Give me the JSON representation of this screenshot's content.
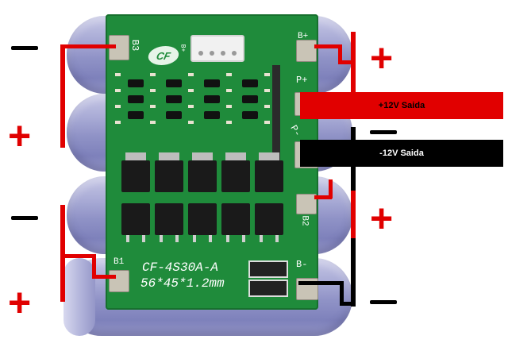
{
  "board": {
    "model_label": "CF-4S30A-A",
    "size_label": "56*45*1.2mm",
    "logo_text": "CF",
    "pads": {
      "b3": "B3",
      "b2": "B2",
      "b1": "B1",
      "b_plus": "B+",
      "b_minus": "B-",
      "p_plus": "P+",
      "p_minus": "P-",
      "conn_b_plus": "B+"
    },
    "pcb_color": "#1f8b3b"
  },
  "outputs": {
    "positive": {
      "label": "+12V Saida",
      "color": "#e10000"
    },
    "negative": {
      "label": "-12V Saida",
      "color": "#000000"
    }
  },
  "polarity_marks": {
    "left": [
      "−",
      "+",
      "−",
      "+"
    ],
    "right": [
      "+",
      "−",
      "+",
      "−"
    ]
  },
  "colors": {
    "wire_red": "#e10000",
    "wire_black": "#000000",
    "battery_cells": "#9a9ccc"
  }
}
